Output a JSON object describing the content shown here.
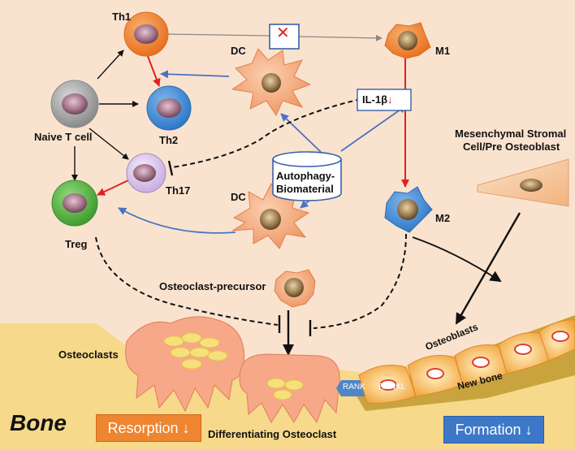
{
  "labels": {
    "th1": "Th1",
    "m1": "M1",
    "dc_top": "DC",
    "naive_t_cell": "Naive T cell",
    "th2": "Th2",
    "il1b": "IL-1β",
    "il1b_arrow": "↓",
    "msc_line1": "Mesenchymal Stromal",
    "msc_line2": "Cell/Pre Osteoblast",
    "th17": "Th17",
    "autophagy_line1": "Autophagy-",
    "autophagy_line2": "Biomaterial",
    "dc_bottom": "DC",
    "m2": "M2",
    "treg": "Treg",
    "osteoclast_precursor": "Osteoclast-precursor",
    "osteoclasts": "Osteoclasts",
    "osteoblasts": "Osteoblasts",
    "new_bone": "New bone",
    "rank": "RANK",
    "rankl": "RANKL",
    "bone": "Bone",
    "resorption": "Resorption ↓",
    "differentiating_osteoclast": "Differentiating Osteoclast",
    "formation": "Formation ↓",
    "blocked_symbol": "✕"
  },
  "colors": {
    "background": "#f9e3cf",
    "bone_fill": "#f6d98a",
    "th1": "#f08a3a",
    "th2": "#3d85d0",
    "treg": "#59b547",
    "th17": "#d7c4ea",
    "naive": "#9f9f9f",
    "dc": "#f2a77a",
    "macrophage_m1": "#ef8a3a",
    "macrophage_m2": "#4d92d6",
    "arrow_blue": "#4a72c4",
    "arrow_red": "#e0221f",
    "resorption_box": "#ee8530",
    "formation_box": "#3d78c8"
  }
}
